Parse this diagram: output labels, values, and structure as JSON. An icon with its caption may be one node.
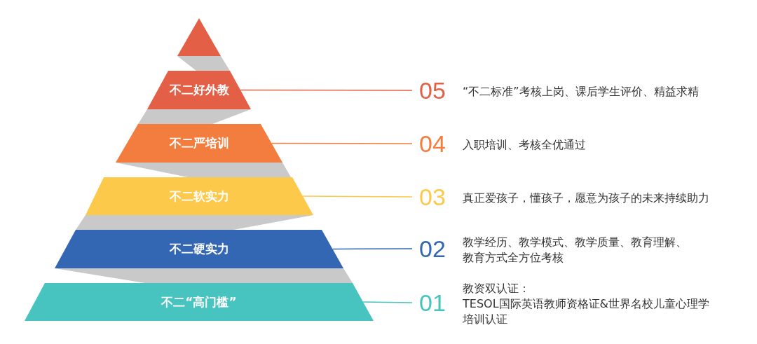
{
  "diagram": {
    "nodes": [
      {
        "text": [],
        "shape": "triangle"
      },
      {
        "text": [
          "不二好外教"
        ]
      },
      {
        "text": [
          "05"
        ],
        "beside": [
          "“不二标准”考核上岗、课后学生评价、精益求精"
        ]
      },
      {
        "text": [
          "不二严培训"
        ]
      },
      {
        "text": [
          "04"
        ],
        "beside": [
          "入职培训、考核全优通过"
        ]
      },
      {
        "text": [
          "不二软实力"
        ]
      },
      {
        "text": [
          "03"
        ],
        "beside": [
          "真正爱孩子，懂孩子，愿意为孩子的未来持续助力"
        ]
      },
      {
        "text": [
          "不二硬实力"
        ]
      },
      {
        "text": [
          "02"
        ],
        "beside": [
          "教学经历、教学模式、教学质量、教育理解、教育方式全方位考核"
        ]
      },
      {
        "text": [
          "不二“高门槛”"
        ]
      },
      {
        "text": [
          "01"
        ],
        "beside": [
          "教资双认证：",
          "TESOL国际英语教师资格证&世界名校儿童心理学培训认证"
        ]
      }
    ],
    "edges": [
      {
        "from": 1,
        "to": 2,
        "arrow": "none",
        "color": "#e35f45"
      },
      {
        "from": 3,
        "to": 4,
        "arrow": "none",
        "color": "#f37d3e"
      },
      {
        "from": 5,
        "to": 6,
        "arrow": "none",
        "color": "#fcc94b"
      },
      {
        "from": 7,
        "to": 8,
        "arrow": "none",
        "color": "#3467b3"
      },
      {
        "from": 9,
        "to": 10,
        "arrow": "none",
        "color": "#47c3c0"
      }
    ]
  }
}
